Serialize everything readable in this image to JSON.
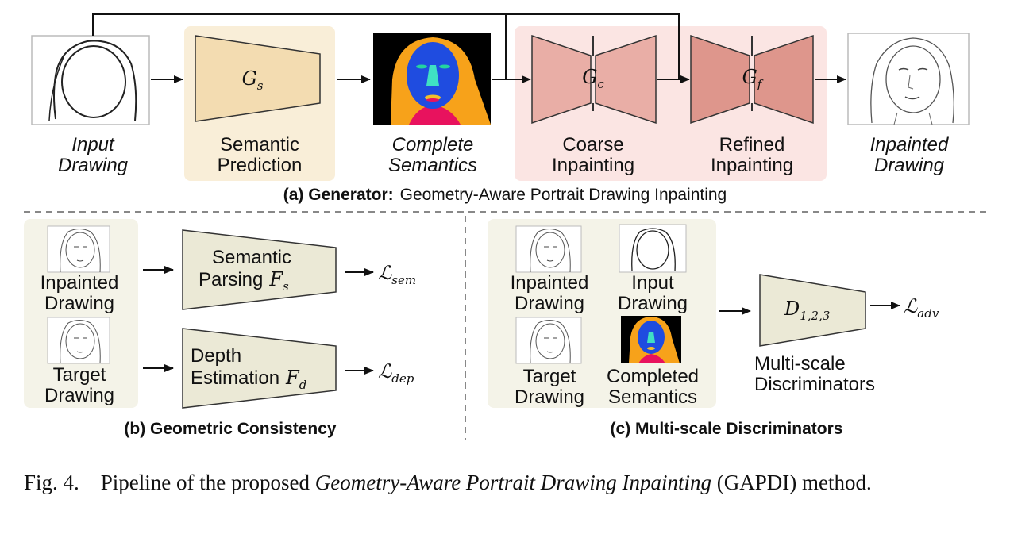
{
  "generator": {
    "input_label": [
      "Input",
      "Drawing"
    ],
    "gs_symbol": "G",
    "gs_sub": "s",
    "semantic_label": [
      "Semantic",
      "Prediction"
    ],
    "complete_label": [
      "Complete",
      "Semantics"
    ],
    "gc_symbol": "G",
    "gc_sub": "c",
    "coarse_label": [
      "Coarse",
      "Inpainting"
    ],
    "gf_symbol": "G",
    "gf_sub": "f",
    "refined_label": [
      "Refined",
      "Inpainting"
    ],
    "output_label": [
      "Inpainted",
      "Drawing"
    ],
    "caption_bold": "(a) Generator:",
    "caption_rest": "Geometry-Aware Portrait Drawing Inpainting"
  },
  "geometric": {
    "inpainted_label": [
      "Inpainted",
      "Drawing"
    ],
    "target_label": [
      "Target",
      "Drawing"
    ],
    "parsing_text": [
      "Semantic",
      "Parsing"
    ],
    "fs_symbol": "F",
    "fs_sub": "s",
    "depth_text": [
      "Depth",
      "Estimation"
    ],
    "fd_symbol": "F",
    "fd_sub": "d",
    "loss_sem": "ℒ",
    "loss_sem_sub": "sem",
    "loss_dep": "ℒ",
    "loss_dep_sub": "dep",
    "caption": "(b) Geometric Consistency"
  },
  "discriminators": {
    "inpainted_label": [
      "Inpainted",
      "Drawing"
    ],
    "input_label": [
      "Input",
      "Drawing"
    ],
    "target_label": [
      "Target",
      "Drawing"
    ],
    "completed_label": [
      "Completed",
      "Semantics"
    ],
    "d_symbol": "D",
    "d_sub": "1,2,3",
    "loss_adv": "ℒ",
    "loss_adv_sub": "adv",
    "side_label": [
      "Multi-scale",
      "Discriminators"
    ],
    "caption": "(c) Multi-scale Discriminators"
  },
  "figure_caption": {
    "prefix": "Fig. 4.",
    "text1": "Pipeline of the proposed",
    "emph": "Geometry-Aware Portrait Drawing Inpainting",
    "text2": "(GAPDI) method."
  },
  "colors": {
    "semantic_bg": "#f9eed8",
    "semantic_trap": "#f3dcb1",
    "inpaint_bg": "#fbe5e3",
    "coarse_fill": "#e9aea6",
    "refined_fill": "#de968c",
    "module_bg": "#f4f3e8",
    "module_trap": "#ebe9d6",
    "face_hair": "#f7a21a",
    "face_skin": "#1f4ce0",
    "face_nose": "#3fe0c4",
    "face_neck": "#e8125e"
  }
}
